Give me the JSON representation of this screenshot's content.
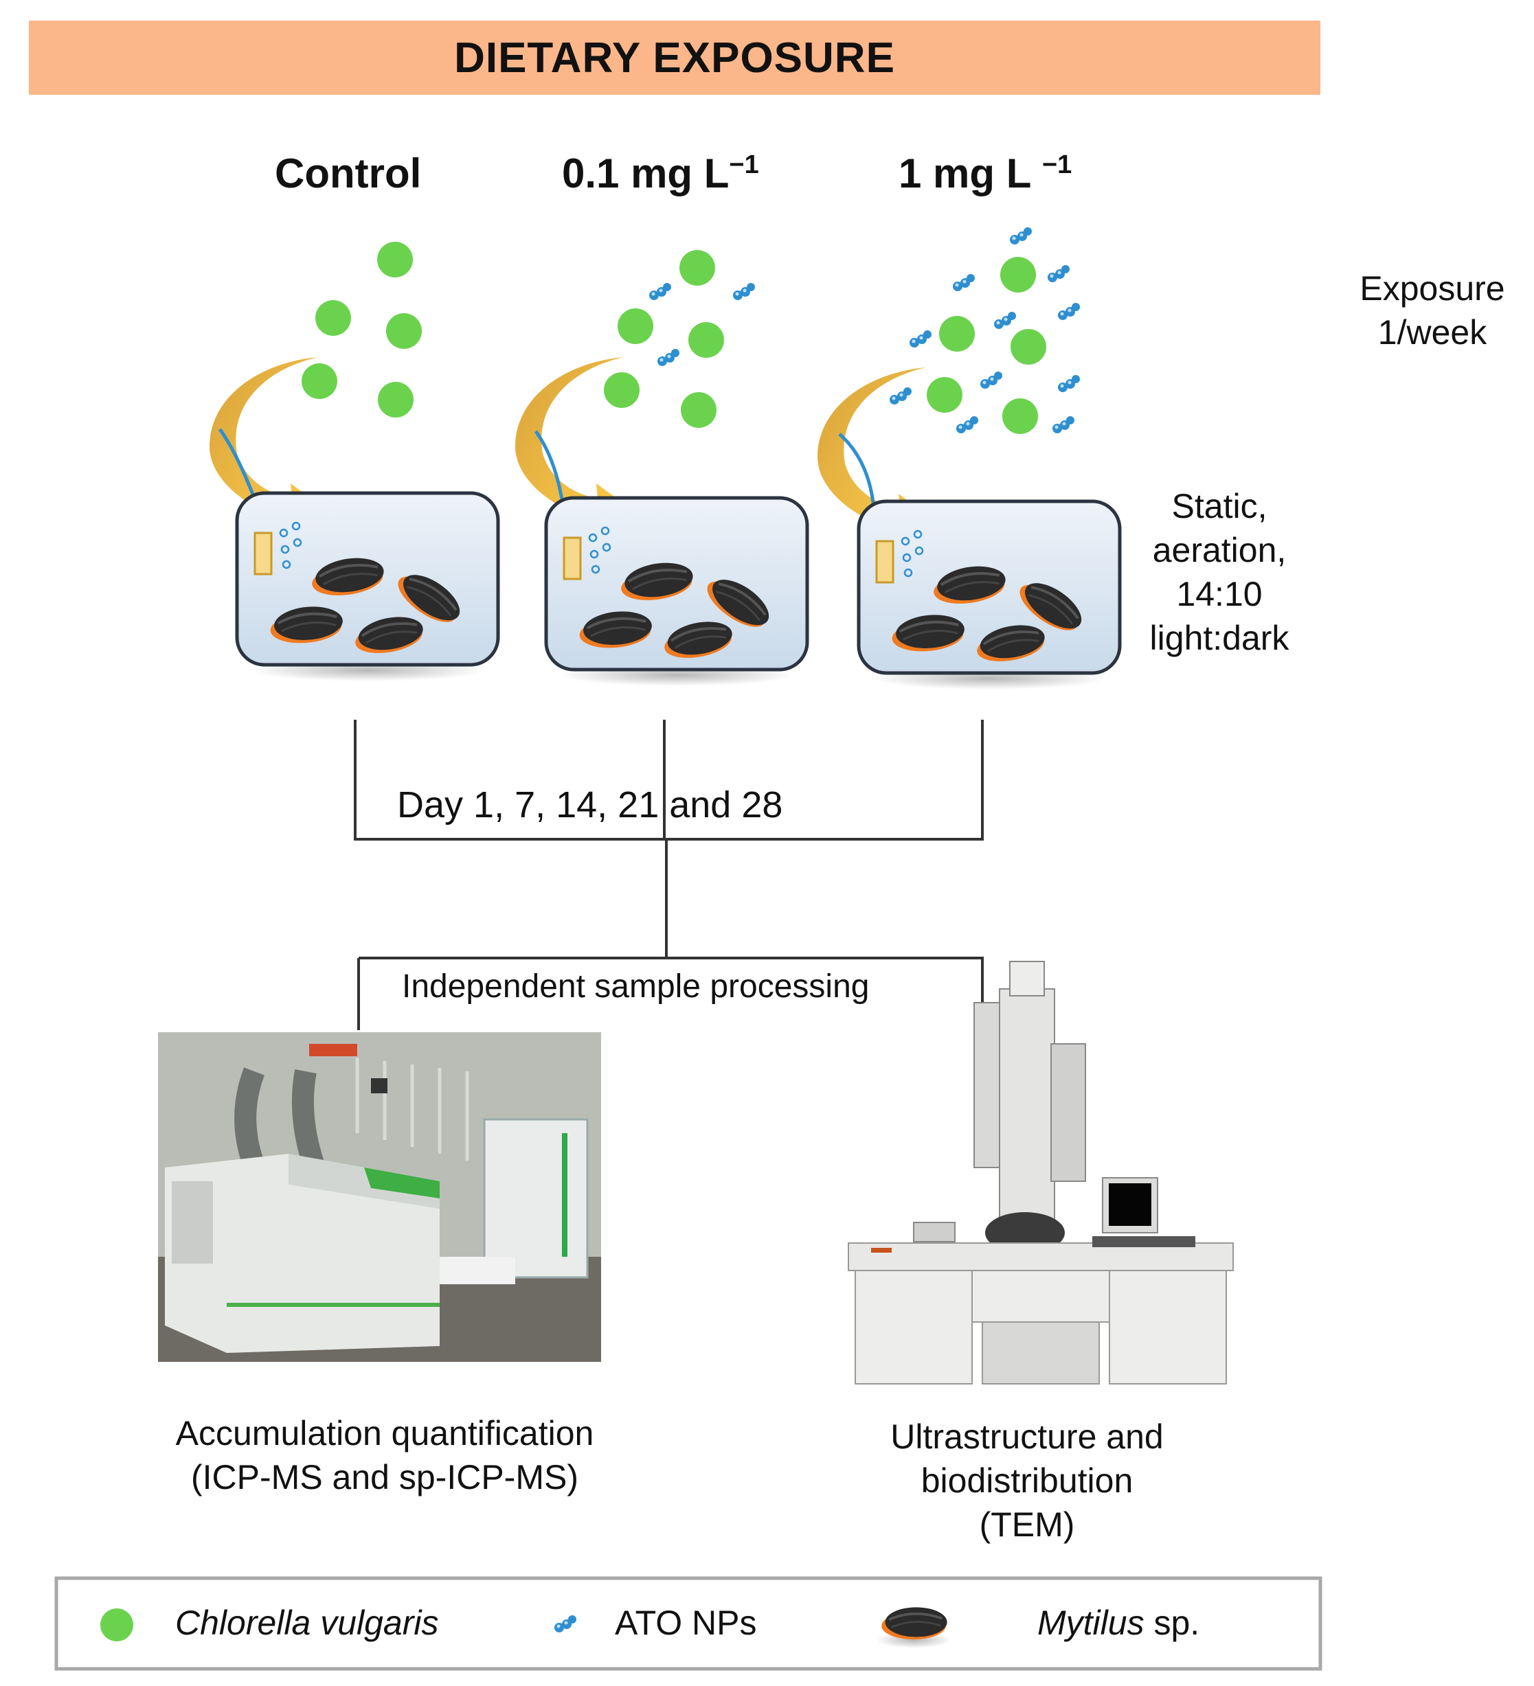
{
  "title": "DIETARY EXPOSURE",
  "conditions": [
    {
      "label": "Control",
      "sup": ""
    },
    {
      "label": "0.1 mg L",
      "sup": "−1"
    },
    {
      "label": "1 mg L ",
      "sup": "−1"
    }
  ],
  "exposure_note": [
    "Exposure",
    "1/week"
  ],
  "tank_conditions": [
    "Static,",
    "aeration,",
    "14:10",
    "light:dark"
  ],
  "sampling_days": "Day 1, 7, 14, 21 and 28",
  "processing": "Independent  sample processing",
  "outputs": {
    "icp": [
      "Accumulation  quantification",
      "(ICP-MS and sp-ICP-MS)"
    ],
    "tem": [
      "Ultrastructure  and",
      "biodistribution",
      "(TEM)"
    ]
  },
  "legend": {
    "algae": "Chlorella vulgaris",
    "nps": "ATO NPs",
    "mussel_genus": "Mytilus",
    "mussel_suffix": " sp."
  },
  "colors": {
    "banner": "#FBB68A",
    "algae": "#6BD24E",
    "nanoparticle": "#2E8FD0",
    "tank": "#DCE8F3",
    "arrow": "#F5C040",
    "mussel_shell": "#2B2B2B",
    "mussel_mantle": "#F07A20"
  }
}
